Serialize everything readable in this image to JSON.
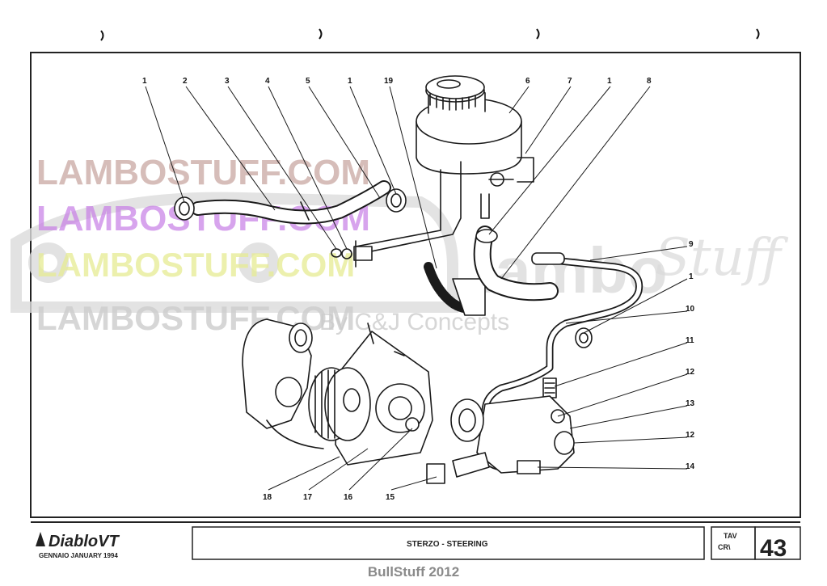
{
  "callouts": {
    "top": [
      "1",
      "2",
      "3",
      "4",
      "5",
      "1",
      "19",
      "6",
      "7",
      "1",
      "8"
    ],
    "right": [
      "9",
      "1",
      "10",
      "11",
      "12",
      "13",
      "12",
      "14"
    ],
    "bottom": [
      "18",
      "17",
      "16",
      "15"
    ]
  },
  "watermarks": {
    "line1": "LAMBOSTUFF.COM",
    "line2": "LAMBOSTUFF.COM",
    "line3": "LAMBOSTUFF.COM",
    "line4": "LAMBOSTUFF.COM",
    "logo_word": "lambo",
    "logo_script": "Stuff",
    "byline": "By C&J Concepts"
  },
  "footer": {
    "brand": "DiabloVT",
    "date_line": "GENNAIO   JANUARY 1994",
    "title": "STERZO - STEERING",
    "table_code_1": "TAV",
    "table_code_2": "CR\\",
    "table_number": "43"
  },
  "credit": "BullStuff 2012",
  "colors": {
    "line": "#1a1a1a",
    "wm_pink": "#c9a8a2",
    "wm_purple": "#c77ee6",
    "wm_yellow": "#e6ec92",
    "wm_grey": "#cfcfcf",
    "credit": "#8a8a8a"
  }
}
